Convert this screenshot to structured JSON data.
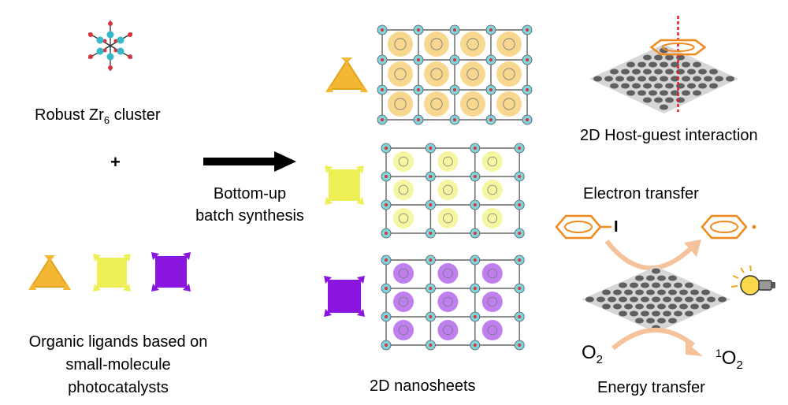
{
  "left": {
    "cluster_label_prefix": "Robust Zr",
    "cluster_label_sub": "6",
    "cluster_label_suffix": " cluster",
    "plus": "+",
    "ligands_caption": [
      "Organic ligands based on",
      "small-molecule",
      "photocatalysts"
    ]
  },
  "middle": {
    "synthesis_caption": [
      "Bottom-up",
      "batch synthesis"
    ],
    "nanosheets_caption": "2D nanosheets"
  },
  "right": {
    "host_guest_caption": "2D Host-guest interaction",
    "electron_transfer": "Electron transfer",
    "iodo_atom": "I",
    "o2_prefix": "O",
    "o2_sub": "2",
    "singlet_sup": "1",
    "singlet_prefix": "O",
    "singlet_sub": "2",
    "energy_transfer": "Energy transfer"
  },
  "colors": {
    "triangle": "#f3b733",
    "square_yellow": "#eeee55",
    "square_purple": "#8a16e0",
    "cluster_cyan": "#7fd3dc",
    "benzene_orange": "#f08a1c",
    "arrow_peach": "#f6c29c",
    "axis_red": "#e02020",
    "sheet_gray": "#4a4a4a"
  },
  "icons": [
    "zr6-cluster-icon",
    "triangle-ligand-icon",
    "square-ligand-icon",
    "lightbulb-icon",
    "benzene-ring-icon"
  ]
}
